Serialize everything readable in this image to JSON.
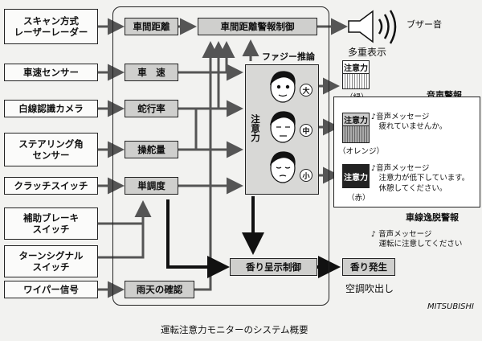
{
  "inputs": {
    "scan_laser": "スキャン方式\nレーザーレーダー",
    "speed_sensor": "車速センサー",
    "lane_camera": "白線認識カメラ",
    "steering_sensor": "ステアリング角\nセンサー",
    "clutch_switch": "クラッチスイッチ",
    "brake_switch": "補助ブレーキ\nスイッチ",
    "turn_switch": "ターンシグナル\nスイッチ",
    "wiper_signal": "ワイパー信号"
  },
  "processing": {
    "distance": "車間距離",
    "speed": "車　速",
    "meander": "蛇行率",
    "steer_amount": "操舵量",
    "monotony": "単調度",
    "rain_check": "雨天の確認",
    "warning_control": "車間距離警報制御",
    "fuzzy_label": "ファジー推論",
    "attention": "注\n意\n力",
    "level_high": "大",
    "level_mid": "中",
    "level_low": "小",
    "aroma_control": "香り呈示制御"
  },
  "outputs": {
    "buzzer": "ブザー音",
    "multi_display": "多重表示",
    "attention_panel_label": "注意力",
    "green": "（緑）",
    "orange": "（オレンジ）",
    "red": "（赤）",
    "voice_alert_title": "音声警報",
    "voice_msg_1": "♪音声メッセージ\n　疲れていませんか。",
    "voice_msg_2": "♪音声メッセージ\n　注意力が低下しています。\n　休憩してください。",
    "lane_departure_title": "車線逸脱警報",
    "lane_departure_msg": "♪ 音声メッセージ\n　運転に注意してください",
    "aroma": "香り発生",
    "ac_outlet": "空調吹出し"
  },
  "brand": "MITSUBISHI",
  "caption": "運転注意力モニターのシステム概要"
}
